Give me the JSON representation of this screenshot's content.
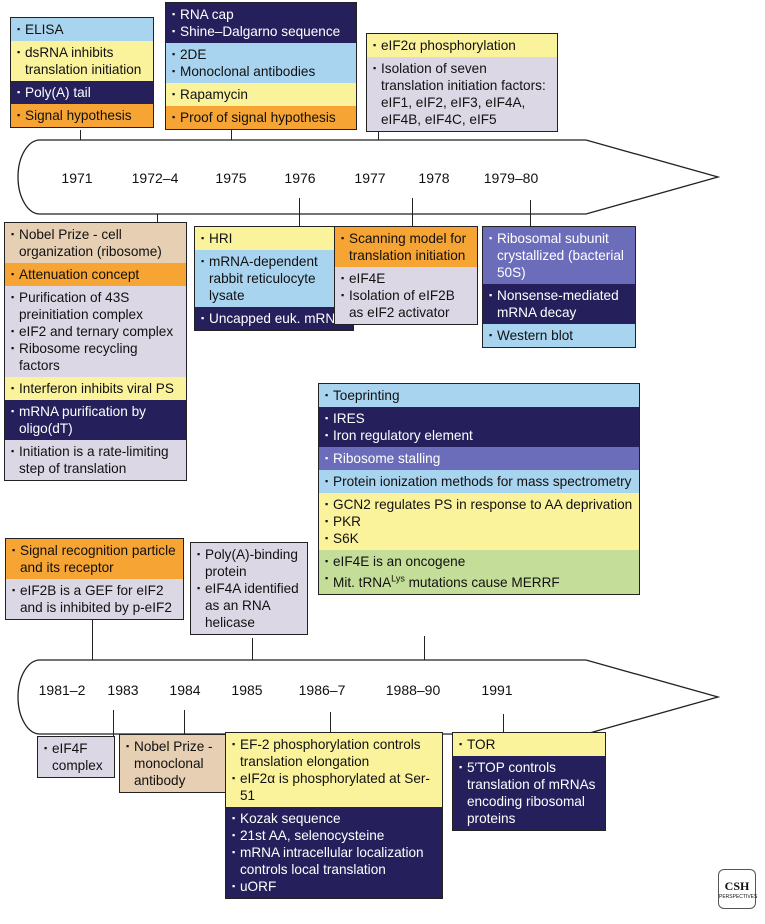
{
  "timeline1": {
    "years": [
      "1971",
      "1972–4",
      "1975",
      "1976",
      "1977",
      "1978",
      "1979–80"
    ]
  },
  "timeline2": {
    "years": [
      "1981–2",
      "1983",
      "1984",
      "1985",
      "1986–7",
      "1988–90",
      "1991"
    ]
  },
  "boxes": {
    "b1971": [
      {
        "color": "blue",
        "text": "ELISA"
      },
      {
        "color": "yellow",
        "text": "dsRNA inhibits translation initiation"
      },
      {
        "color": "navy",
        "text": "Poly(A) tail"
      },
      {
        "color": "orange",
        "text": "Signal hypothesis"
      }
    ],
    "b1975": [
      {
        "color": "navy",
        "text": "RNA cap\nShine–Dalgarno sequence"
      },
      {
        "color": "blue",
        "text": "2DE\nMonoclonal antibodies"
      },
      {
        "color": "yellow",
        "text": "Rapamycin"
      },
      {
        "color": "orange",
        "text": "Proof of signal hypothesis"
      }
    ],
    "b1977": [
      {
        "color": "yellow",
        "text": "eIF2α phosphorylation"
      },
      {
        "color": "gray",
        "text": "Isolation of seven translation initiation factors: eIF1, eIF2, eIF3, eIF4A, eIF4B, eIF4C, eIF5"
      }
    ],
    "b1972": [
      {
        "color": "tan",
        "text": "Nobel Prize - cell organization (ribosome)"
      },
      {
        "color": "orange",
        "text": "Attenuation concept"
      },
      {
        "color": "gray",
        "text": "Purification of 43S preinitiation complex\neIF2 and ternary complex\nRibosome recycling factors"
      },
      {
        "color": "yellow",
        "text": "Interferon inhibits viral PS"
      },
      {
        "color": "navy",
        "text": "mRNA purification by oligo(dT)"
      },
      {
        "color": "gray",
        "text": "Initiation is a rate-limiting step of translation"
      }
    ],
    "b1976": [
      {
        "color": "yellow",
        "text": "HRI"
      },
      {
        "color": "blue",
        "text": "mRNA-dependent rabbit reticulocyte lysate"
      },
      {
        "color": "navy",
        "text": "Uncapped euk. mRNA"
      }
    ],
    "b1978": [
      {
        "color": "orange",
        "text": "Scanning model for translation initiation"
      },
      {
        "color": "gray",
        "text": "eIF4E\nIsolation of eIF2B as eIF2 activator"
      }
    ],
    "b1979": [
      {
        "color": "purple",
        "text": "Ribosomal subunit crystallized (bacterial 50S)"
      },
      {
        "color": "navy",
        "text": "Nonsense-mediated mRNA decay"
      },
      {
        "color": "blue",
        "text": "Western blot"
      }
    ],
    "b1988": [
      {
        "color": "blue",
        "text": "Toeprinting"
      },
      {
        "color": "navy",
        "text": "IRES\nIron regulatory element"
      },
      {
        "color": "purple",
        "text": "Ribosome stalling"
      },
      {
        "color": "blue",
        "text": "Protein ionization methods for mass spectrometry"
      },
      {
        "color": "yellow",
        "text": "GCN2 regulates PS in response to AA deprivation\nPKR\nS6K"
      },
      {
        "color": "green",
        "text": "eIF4E is an oncogene\nMit. tRNALys mutations cause MERRF"
      }
    ],
    "b1981": [
      {
        "color": "orange",
        "text": "Signal recognition particle and its receptor"
      },
      {
        "color": "gray",
        "text": "eIF2B is a GEF for eIF2 and is inhibited by p-eIF2"
      }
    ],
    "b1985": [
      {
        "color": "gray",
        "text": "Poly(A)-binding protein\neIF4A identified as an RNA helicase"
      }
    ],
    "b1983": [
      {
        "color": "gray",
        "text": "eIF4F complex"
      }
    ],
    "b1984": [
      {
        "color": "tan",
        "text": "Nobel Prize - monoclonal antibody"
      }
    ],
    "b1986": [
      {
        "color": "yellow",
        "text": "EF-2 phosphorylation controls translation elongation\neIF2α is phosphorylated at Ser-51"
      },
      {
        "color": "navy",
        "text": "Kozak sequence\n21st AA, selenocysteine\nmRNA intracellular localization controls local translation\nuORF"
      }
    ],
    "b1991": [
      {
        "color": "yellow",
        "text": "TOR"
      },
      {
        "color": "navy",
        "text": "5′TOP controls translation of mRNAs encoding ribosomal proteins"
      }
    ]
  },
  "logo": {
    "line1": "CSH",
    "line2": "PERSPECTIVES"
  }
}
